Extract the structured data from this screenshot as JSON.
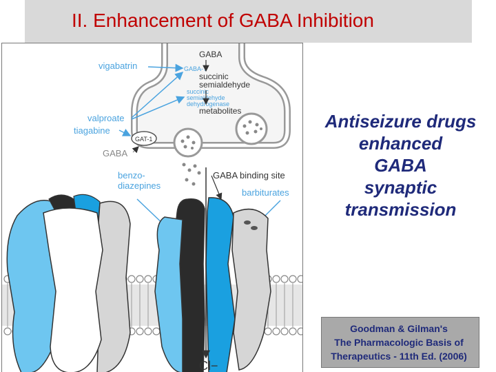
{
  "slide": {
    "title": "II.  Enhancement of GABA Inhibition"
  },
  "figure": {
    "labels": {
      "gaba_top": "GABA",
      "vigabatrin": "vigabatrin",
      "gaba_t": "GABA-T",
      "succinic_semialdehyde_1": "succinic",
      "succinic_semialdehyde_2": "semialdehyde",
      "ssadh_1": "succinic",
      "ssadh_2": "semialdehyde",
      "ssadh_3": "dehydrogenase",
      "metabolites": "metabolites",
      "valproate": "valproate",
      "tiagabine": "tiagabine",
      "gat1": "GAT-1",
      "gaba_left": "GABA",
      "benzo_1": "benzo-",
      "benzo_2": "diazepines",
      "gaba_binding_site": "GABA binding site",
      "barbiturates": "barbiturates",
      "chloride": "Cl−"
    },
    "colors": {
      "label_blue": "#4aa3df",
      "light_blue": "#6ec6f0",
      "mid_blue": "#1aa0e0",
      "dark": "#2b2b2b",
      "gray": "#d0d0d0",
      "white": "#ffffff"
    }
  },
  "caption": {
    "lines": [
      "Antiseizure drugs",
      "enhanced",
      "GABA",
      "synaptic",
      "transmission"
    ]
  },
  "reference": {
    "lines": [
      "Goodman & Gilman's",
      "The Pharmacologic Basis of",
      "Therapeutics - 11th Ed. (2006)"
    ]
  }
}
